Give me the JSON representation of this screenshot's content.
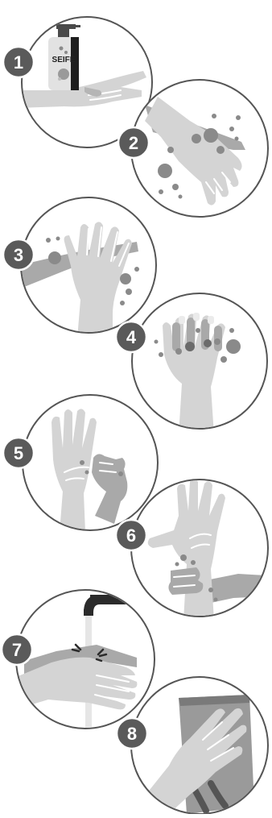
{
  "steps": [
    {
      "number": "1",
      "soap_label": "SEIFE"
    },
    {
      "number": "2"
    },
    {
      "number": "3"
    },
    {
      "number": "4"
    },
    {
      "number": "5"
    },
    {
      "number": "6"
    },
    {
      "number": "7"
    },
    {
      "number": "8"
    }
  ],
  "colors": {
    "outline": "#555555",
    "badge": "#5a5a5a",
    "skin": "#d4d4d4",
    "foam": "#8a8a8a",
    "tap": "#2b2b2b"
  }
}
